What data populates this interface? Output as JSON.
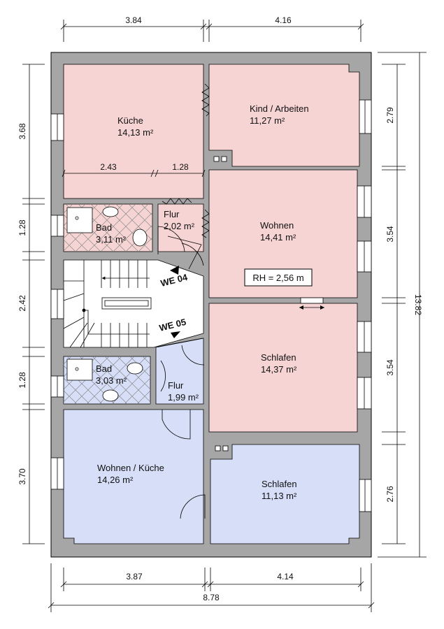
{
  "colors": {
    "wall": "#a6a6a6",
    "upper_unit": "#f6d4d4",
    "lower_unit": "#d6def8",
    "stair": "#ffffff"
  },
  "rooms": {
    "kueche": {
      "name": "Küche",
      "area": "14,13 m²"
    },
    "kind": {
      "name": "Kind / Arbeiten",
      "area": "11,27 m²"
    },
    "bad1": {
      "name": "Bad",
      "area": "3,11 m²"
    },
    "flur1": {
      "name": "Flur",
      "area": "2,02 m²"
    },
    "wohnen1": {
      "name": "Wohnen",
      "area": "14,41 m²"
    },
    "schlafen1": {
      "name": "Schlafen",
      "area": "14,37 m²"
    },
    "bad2": {
      "name": "Bad",
      "area": "3,03 m²"
    },
    "flur2": {
      "name": "Flur",
      "area": "1,99 m²"
    },
    "wohnkueche": {
      "name": "Wohnen / Küche",
      "area": "14,26 m²"
    },
    "schlafen2": {
      "name": "Schlafen",
      "area": "11,13 m²"
    }
  },
  "room_height": "RH = 2,56 m",
  "units": {
    "we04": "WE 04",
    "we05": "WE 05"
  },
  "dimensions": {
    "top": [
      "3.84",
      "4.16"
    ],
    "bottom": [
      "3.87",
      "4.14"
    ],
    "total_width": "8.78",
    "left": [
      "3.68",
      "1.28",
      "2.42",
      "1.28",
      "3.70"
    ],
    "right": [
      "2.79",
      "3.54",
      "3.54",
      "2.76"
    ],
    "total_height": "13.82",
    "kitchen_inner": [
      "2.43",
      "1.28"
    ]
  }
}
